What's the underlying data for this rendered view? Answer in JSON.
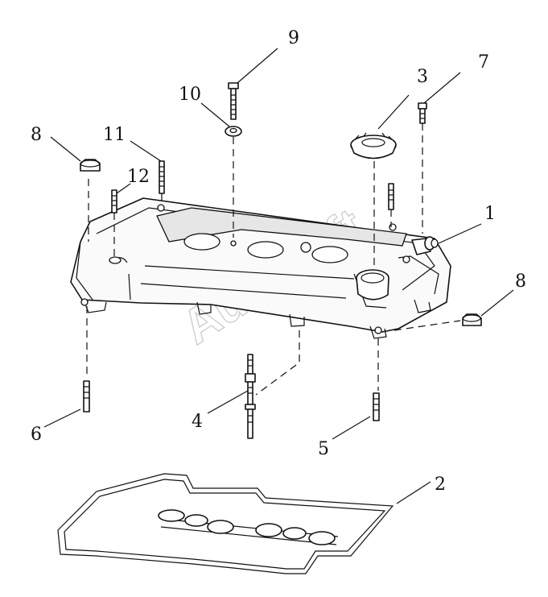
{
  "diagram": {
    "callouts": {
      "c1": "1",
      "c2": "2",
      "c3": "3",
      "c4": "4",
      "c5": "5",
      "c6": "6",
      "c7": "7",
      "c8_left": "8",
      "c8_right": "8",
      "c9": "9",
      "c10": "10",
      "c11": "11",
      "c12": "12"
    },
    "watermark": "AutoSoft"
  }
}
